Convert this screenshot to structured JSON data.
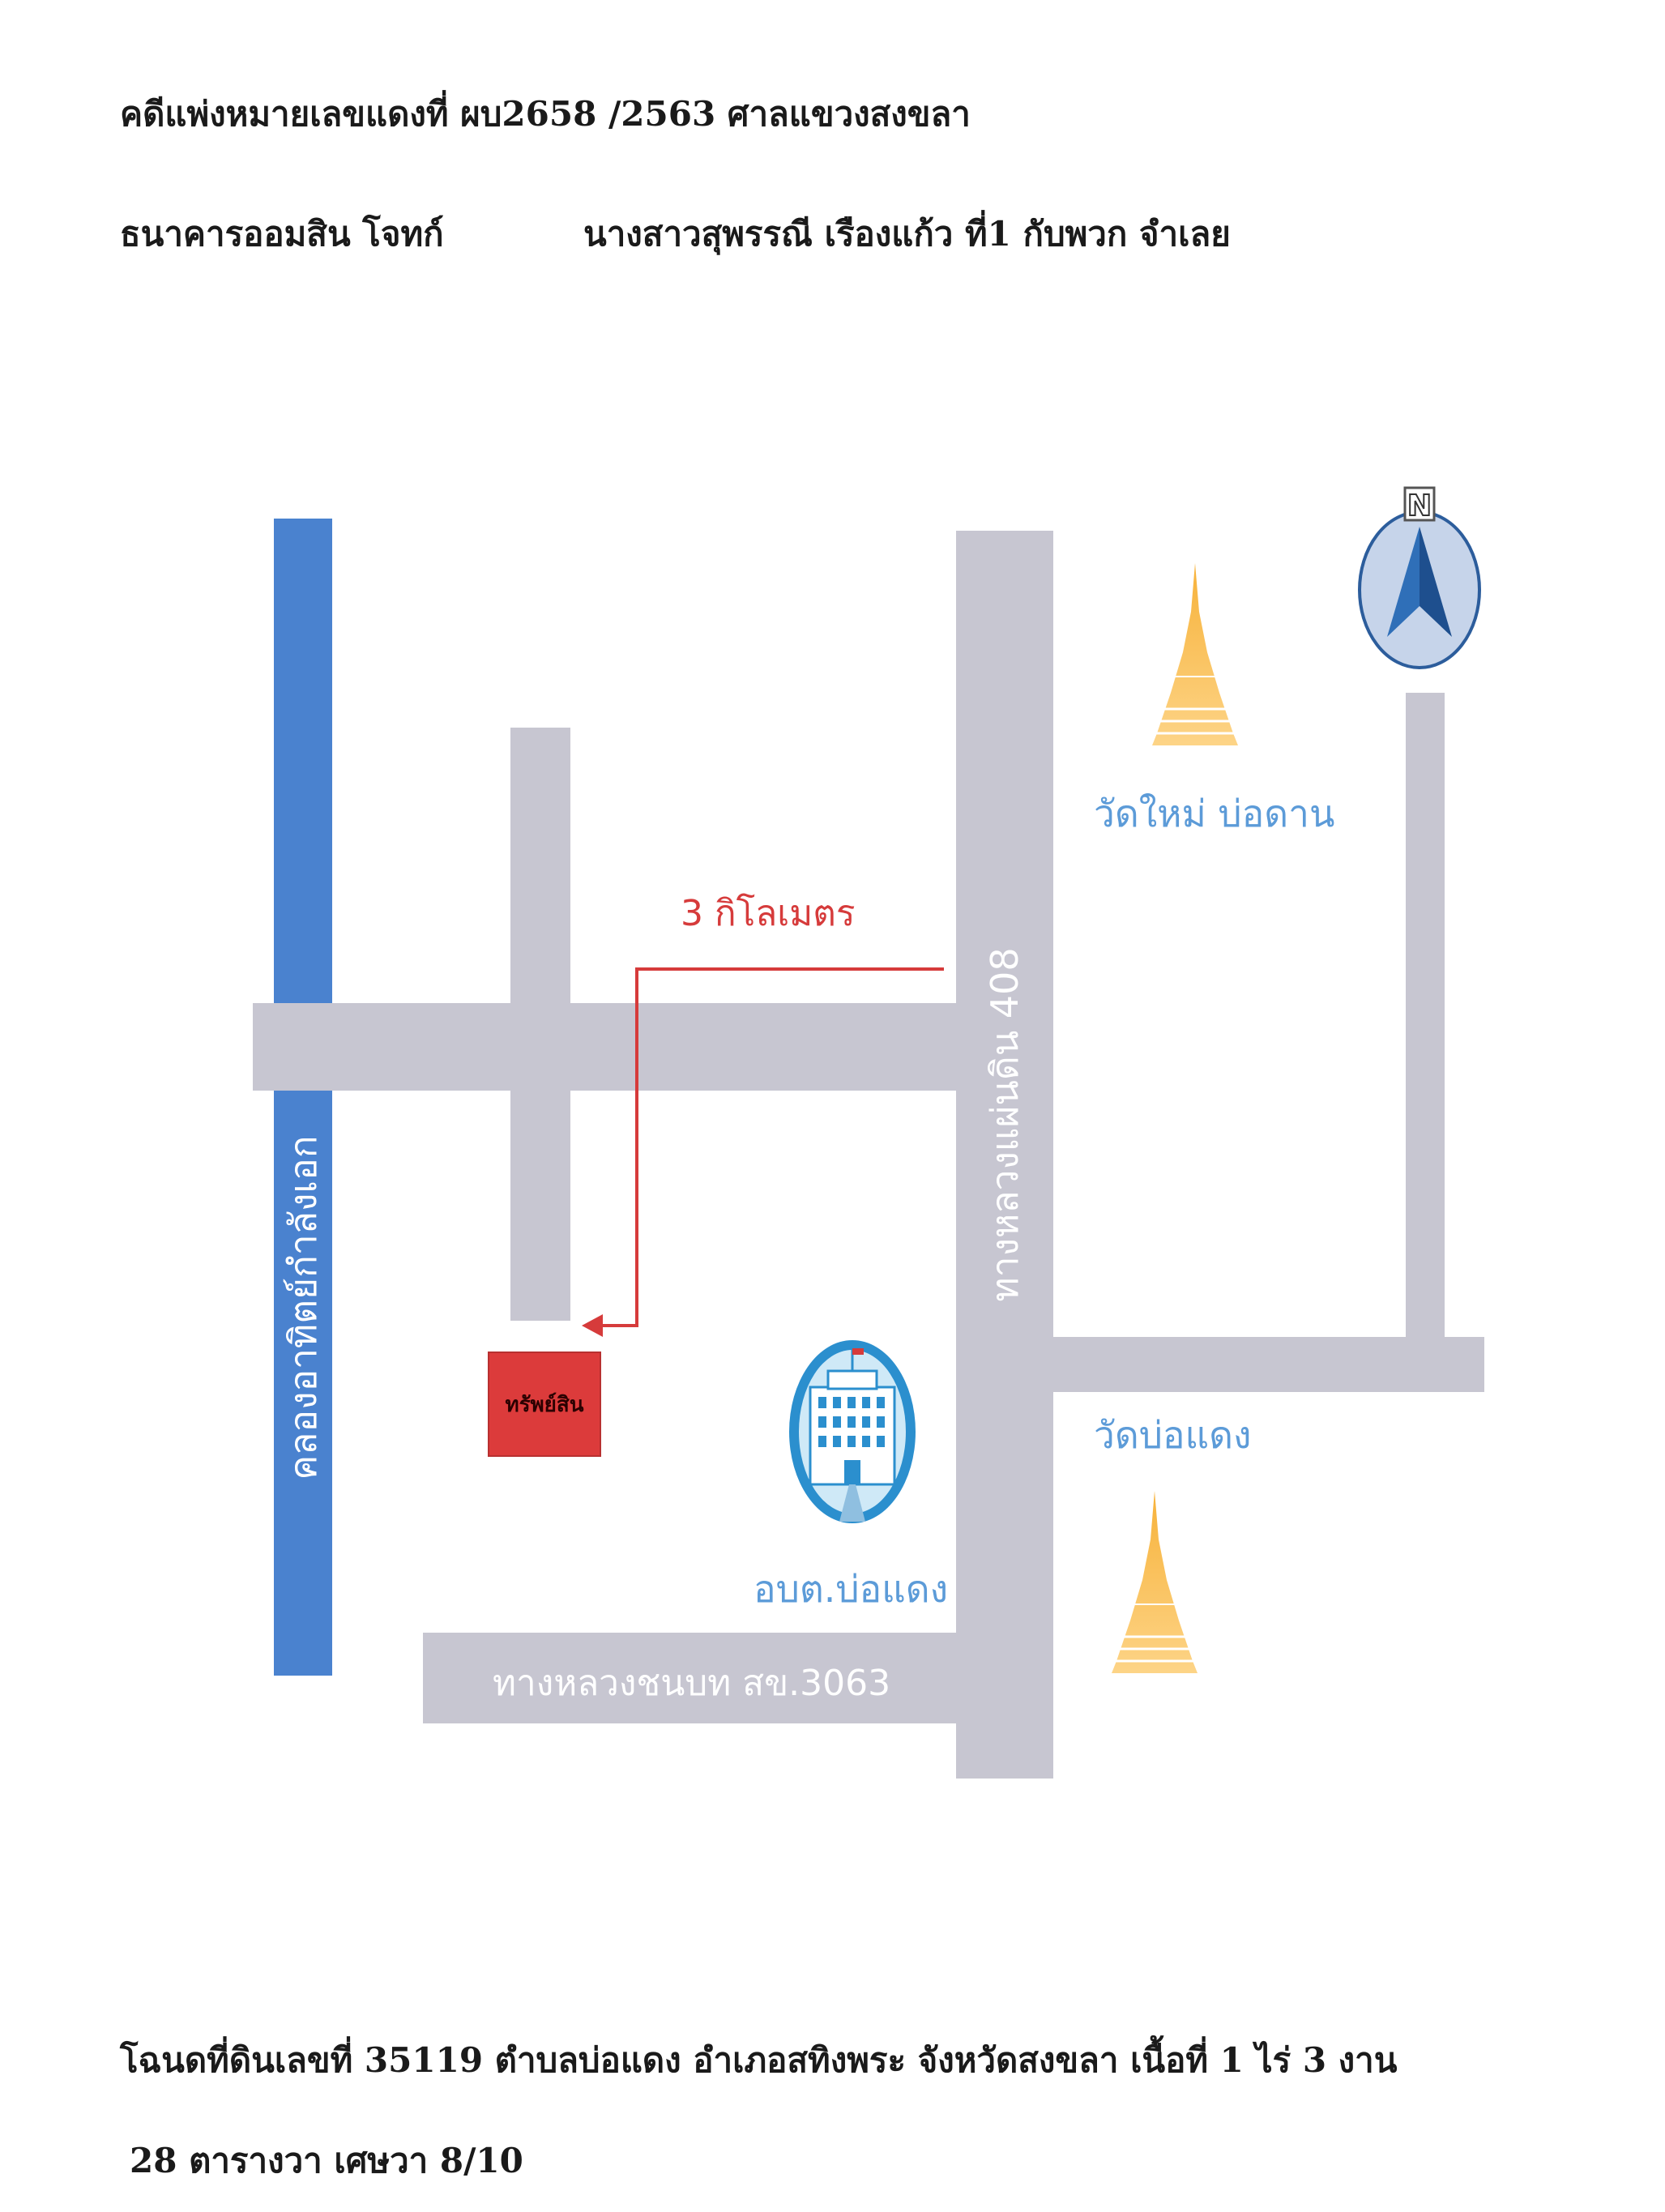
{
  "header": {
    "case_line": "คดีแพ่งหมายเลขแดงที่ ผบ2658 /2563  ศาลแขวงสงขลา",
    "plaintiff": "ธนาคารออมสิน โจทก์",
    "defendant": "นางสาวสุพรรณี เรืองแก้ว ที่1 กับพวก จำเลย"
  },
  "map": {
    "canal_label": "คลองอาทิตย์กำลังเอก",
    "highway_label": "ทางหลวงแผ่นดิน 408",
    "rural_road_label": "ทางหลวงชนบท สข.3063",
    "distance_label": "3 กิโลเมตร",
    "property_label": "ทรัพย์สิน",
    "temple_north_label": "วัดใหม่ บ่อดาน",
    "temple_south_label": "วัดบ่อแดง",
    "office_label": "อบต.บ่อแดง",
    "compass_letter": "N",
    "colors": {
      "road": "#c7c6d1",
      "canal": "#4a82cf",
      "property": "#dc3b3b",
      "arrow": "#d63b3b",
      "label_blue": "#5c9bd8"
    }
  },
  "footer": {
    "line1": "โฉนดที่ดินเลขที่ 35119 ตำบลบ่อแดง อำเภอสทิงพระ จังหวัดสงขลา เนื้อที่ 1 ไร่  3 งาน",
    "line2": "28 ตารางวา เศษวา 8/10"
  }
}
